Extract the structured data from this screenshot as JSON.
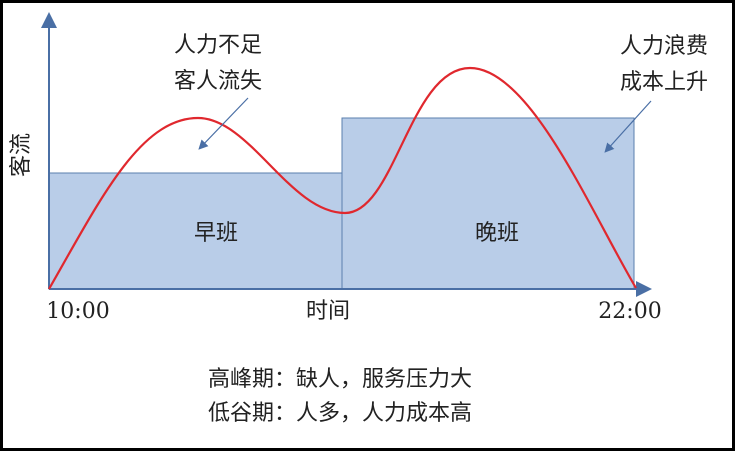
{
  "y_axis_label": "客流",
  "x_axis_label": "时间",
  "x_start": "10:00",
  "x_end": "22:00",
  "shifts": [
    {
      "label": "早班",
      "staff_level": "low"
    },
    {
      "label": "晚班",
      "staff_level": "high"
    }
  ],
  "annotations": {
    "left": [
      "人力不足",
      "客人流失"
    ],
    "right": [
      "人力浪费",
      "成本上升"
    ]
  },
  "summary": [
    "高峰期：缺人，服务压力大",
    "低谷期：人多，人力成本高"
  ],
  "colors": {
    "curve": "#e0282e",
    "shift_fill": "#b9cde8",
    "shift_stroke": "#5a7fae",
    "axis": "#4a6fa5"
  }
}
